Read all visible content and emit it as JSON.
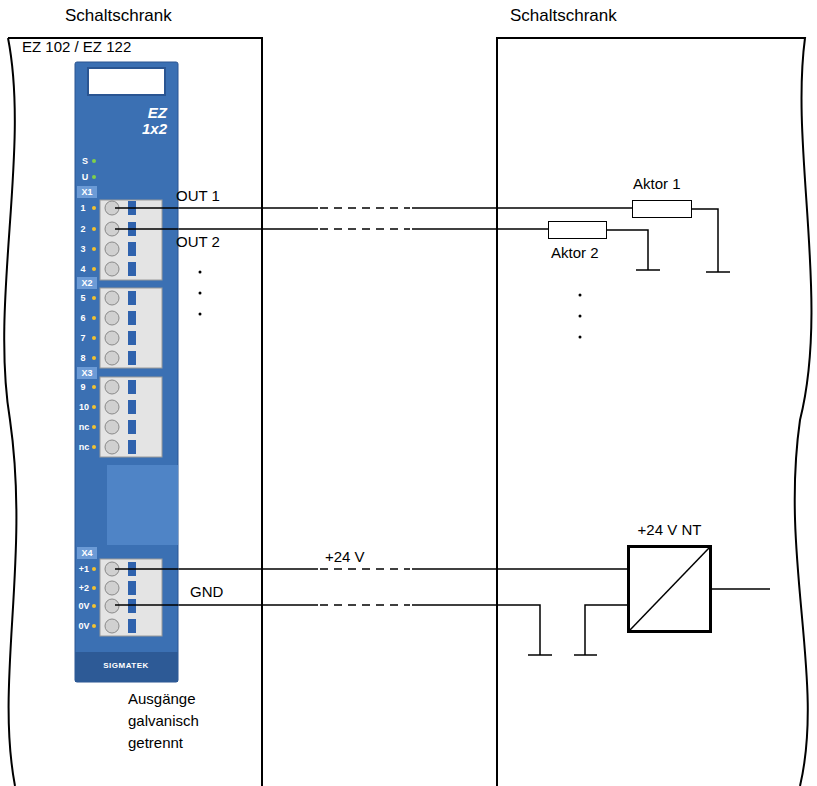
{
  "diagram": {
    "nodes": [
      {
        "text": [
          "Schaltschrank",
          "EZ 102 / EZ 122",
          "Ausgänge galvanisch getrennt"
        ]
      },
      {
        "text": [
          "Schaltschrank"
        ]
      },
      {
        "text": [
          "EZ 1x2"
        ],
        "in": 0
      },
      {
        "text": [
          "Aktor 1"
        ],
        "in": 1
      },
      {
        "text": [
          "Aktor 2"
        ],
        "in": 1
      },
      {
        "text": [
          "+24 V NT"
        ],
        "in": 1
      }
    ],
    "edges": [
      {
        "from": 2,
        "to": 3,
        "label": "OUT 1",
        "arrow": "none"
      },
      {
        "from": 2,
        "to": 4,
        "label": "OUT 2",
        "arrow": "none"
      },
      {
        "from": 2,
        "to": 5,
        "label": "+24 V",
        "arrow": "none"
      }
    ],
    "labels": [
      "S",
      "U",
      "X1",
      "1",
      "2",
      "3",
      "4",
      "X2",
      "5",
      "6",
      "7",
      "8",
      "X3",
      "9",
      "10",
      "nc",
      "nc",
      "X4",
      "+1",
      "+2",
      "0V",
      "0V",
      "SIGMATEK",
      "GND"
    ]
  }
}
